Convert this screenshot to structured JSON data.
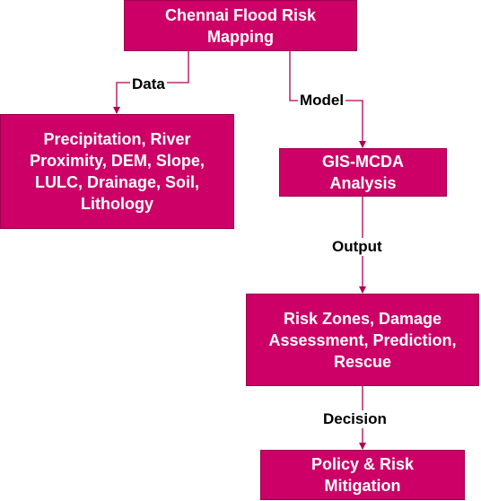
{
  "diagram": {
    "nodes": {
      "root": "Chennai Flood Risk\nMapping",
      "data_inputs": "Precipitation, River\nProximity, DEM, Slope,\nLULC, Drainage, Soil,\nLithology",
      "analysis": "GIS-MCDA\nAnalysis",
      "outputs": "Risk Zones, Damage\nAssessment, Prediction,\nRescue",
      "policy": "Policy & Risk\nMitigation"
    },
    "edges": {
      "data": "Data",
      "model": "Model",
      "output": "Output",
      "decision": "Decision"
    },
    "colors": {
      "box_fill": "#cc0066",
      "box_border": "#9c004b",
      "connector": "#b0004f",
      "box_text": "#ffffff",
      "label_text": "#000000"
    }
  }
}
